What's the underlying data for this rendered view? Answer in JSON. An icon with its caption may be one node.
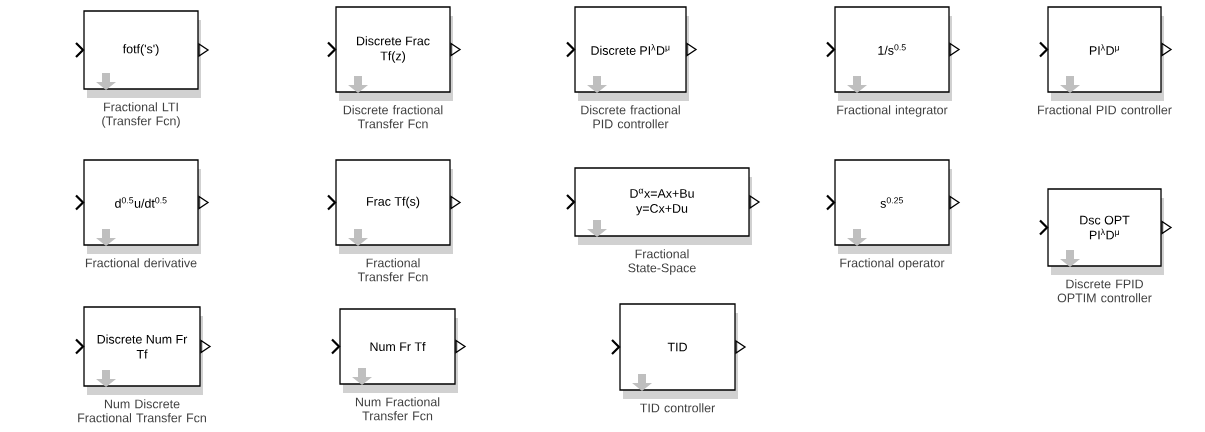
{
  "diagram": {
    "nodes": [
      {
        "text": [
          "fotf('s')"
        ],
        "beside": [
          "Fractional LTI (Transfer Fcn)"
        ]
      },
      {
        "text": [
          "Discrete Frac Tf(z)"
        ],
        "beside": [
          "Discrete fractional Transfer Fcn"
        ]
      },
      {
        "text": [
          "Discrete PI$^{λ}$D$^{μ}$"
        ],
        "beside": [
          "Discrete fractional PID controller"
        ]
      },
      {
        "text": [
          "1/s$^{0.5}$"
        ],
        "beside": [
          "Fractional integrator"
        ]
      },
      {
        "text": [
          "PI$^{λ}$D$^{μ}$"
        ],
        "beside": [
          "Fractional PID controller"
        ]
      },
      {
        "text": [
          "d$^{0.5}$u/dt$^{0.5}$"
        ],
        "beside": [
          "Fractional derivative"
        ]
      },
      {
        "text": [
          "Frac Tf(s)"
        ],
        "beside": [
          "Fractional Transfer Fcn"
        ]
      },
      {
        "text": [
          "D$^{α}$x=Ax+Bu y=Cx+Du"
        ],
        "beside": [
          "Fractional State-Space"
        ]
      },
      {
        "text": [
          "s$^{0.25}$"
        ],
        "beside": [
          "Fractional operator"
        ]
      },
      {
        "text": [
          "Dsc OPT PI$^{λ}$D$^{μ}$"
        ],
        "beside": [
          "Discrete FPID OPTIM controller"
        ]
      },
      {
        "text": [
          "Discrete Num Fr Tf"
        ],
        "beside": [
          "Num Discrete Fractional Transfer Fcn"
        ]
      },
      {
        "text": [
          "Num Fr Tf"
        ],
        "beside": [
          "Num Fractional Transfer Fcn"
        ]
      },
      {
        "text": [
          "TID"
        ],
        "beside": [
          "TID controller"
        ]
      }
    ]
  }
}
